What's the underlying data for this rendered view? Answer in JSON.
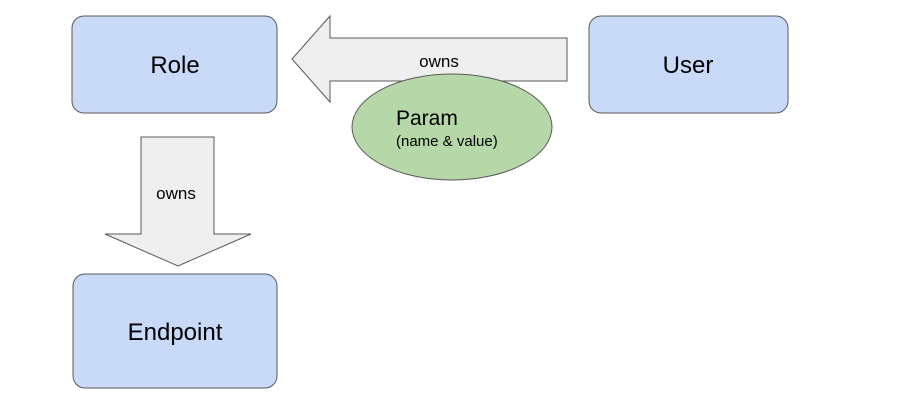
{
  "nodes": {
    "role": {
      "label": "Role"
    },
    "user": {
      "label": "User"
    },
    "endpoint": {
      "label": "Endpoint"
    }
  },
  "edges": {
    "user_to_role": {
      "label": "owns"
    },
    "role_to_endpoint": {
      "label": "owns"
    }
  },
  "param": {
    "title": "Param",
    "subtitle": "(name & value)"
  },
  "colors": {
    "box_fill": "#c9daf8",
    "box_stroke": "#595959",
    "arrow_fill": "#efefef",
    "arrow_stroke": "#595959",
    "ellipse_fill": "#b6d7a8"
  }
}
